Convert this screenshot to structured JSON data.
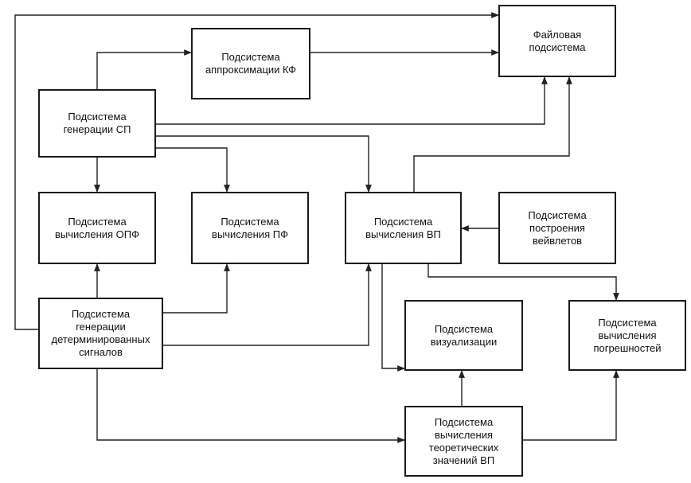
{
  "nodes": {
    "file": "Файловая\nподсистема",
    "approx": "Подсистема\nаппроксимации КФ",
    "gen_sp": "Подсистема\nгенерации СП",
    "opf": "Подсистема\nвычисления ОПФ",
    "pf": "Подсистема\nвычисления ПФ",
    "vp": "Подсистема\nвычисления ВП",
    "wavelet": "Подсистема\nпостроения\nвейвлетов",
    "det": "Подсистема\nгенерации\nдетерминированных\nсигналов",
    "vis": "Подсистема\nвизуализации",
    "err": "Подсистема\nвычисления\nпогрешностей",
    "theor": "Подсистема\nвычисления\nтеоретических\nзначений ВП"
  },
  "colors": {
    "stroke": "#222222",
    "box_border": "#1a1a1a",
    "background": "#ffffff"
  }
}
